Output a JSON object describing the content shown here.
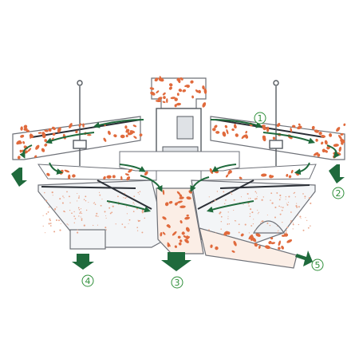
{
  "diagram": {
    "colors": {
      "background": "#ffffff",
      "hopper_fill": "#f3f5f7",
      "outline": "#6e7178",
      "particle": "#e06a3c",
      "fine_speck": "#e9a58a",
      "arrow": "#1f6a3c",
      "callout": "#2f8f3a",
      "machine": "#555a60"
    },
    "callouts": [
      {
        "id": "c1",
        "label": "1"
      },
      {
        "id": "c2",
        "label": "2"
      },
      {
        "id": "c3",
        "label": "3"
      },
      {
        "id": "c4",
        "label": "4"
      },
      {
        "id": "c5",
        "label": "5"
      }
    ],
    "icons": [
      "flow-arrow-icon",
      "outlet-arrow-icon",
      "motor-icon",
      "adjusting-rod-icon",
      "fan-icon"
    ]
  }
}
